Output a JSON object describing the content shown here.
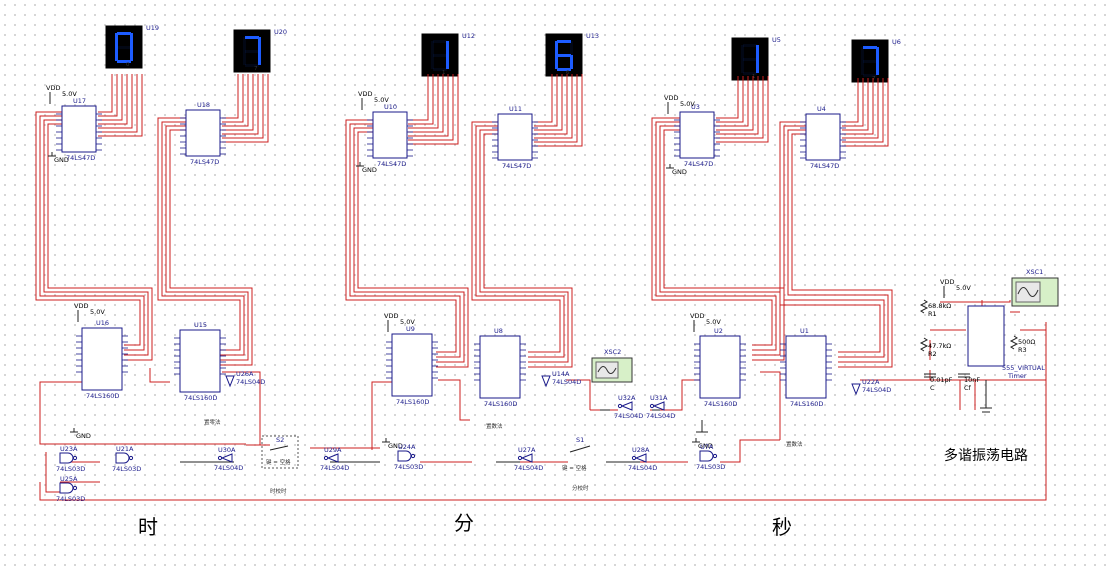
{
  "displays": [
    {
      "ref": "U19",
      "digit": "0"
    },
    {
      "ref": "U20",
      "digit": "7"
    },
    {
      "ref": "U12",
      "digit": "1"
    },
    {
      "ref": "U13",
      "digit": "6"
    },
    {
      "ref": "U5",
      "digit": "1"
    },
    {
      "ref": "U6",
      "digit": "7"
    }
  ],
  "decoders": [
    {
      "ref": "U17",
      "part": "74LS47D"
    },
    {
      "ref": "U18",
      "part": "74LS47D"
    },
    {
      "ref": "U10",
      "part": "74LS47D"
    },
    {
      "ref": "U11",
      "part": "74LS47D"
    },
    {
      "ref": "U3",
      "part": "74LS47D"
    },
    {
      "ref": "U4",
      "part": "74LS47D"
    }
  ],
  "counters": [
    {
      "ref": "U16",
      "part": "74LS160D"
    },
    {
      "ref": "U15",
      "part": "74LS160D"
    },
    {
      "ref": "U9",
      "part": "74LS160D"
    },
    {
      "ref": "U8",
      "part": "74LS160D"
    },
    {
      "ref": "U2",
      "part": "74LS160D"
    },
    {
      "ref": "U1",
      "part": "74LS160D"
    }
  ],
  "power": {
    "vdd": "VDD",
    "voltage": "5.0V",
    "gnd": "GND"
  },
  "gates": [
    {
      "ref": "U26A",
      "part": "74LS04D"
    },
    {
      "ref": "U14A",
      "part": "74LS04D"
    },
    {
      "ref": "U22A",
      "part": "74LS04D"
    },
    {
      "ref": "U32A",
      "part": "74LS04D"
    },
    {
      "ref": "U31A",
      "part": "74LS04D"
    },
    {
      "ref": "U30A",
      "part": "74LS04D"
    },
    {
      "ref": "U29A",
      "part": "74LS04D"
    },
    {
      "ref": "U24A",
      "part": "74LS03D"
    },
    {
      "ref": "U27A",
      "part": "74LS04D"
    },
    {
      "ref": "U28A",
      "part": "74LS04D"
    },
    {
      "ref": "U7A",
      "part": "74LS03D"
    },
    {
      "ref": "U23A",
      "part": "74LS03D"
    },
    {
      "ref": "U21A",
      "part": "74LS03D"
    },
    {
      "ref": "U25A",
      "part": "74LS03D"
    }
  ],
  "switches": [
    {
      "ref": "S2",
      "key": "键 = 空格",
      "note": "时校时"
    },
    {
      "ref": "S1",
      "key": "键 = 空格",
      "note": "分校时"
    }
  ],
  "scopes": [
    {
      "ref": "XSC2"
    },
    {
      "ref": "XSC1"
    }
  ],
  "timer": {
    "r1": "68.8kΩ",
    "r1ref": "R1",
    "r2": "47.7kΩ",
    "r2ref": "R2",
    "r3": "500Ω",
    "r3ref": "R3",
    "c": "0.01pF",
    "cref": "C",
    "cf": "10nF",
    "cfref": "Cf",
    "name": "555_VIRTUAL",
    "sub": "Timer"
  },
  "notes": {
    "n1": "置零法",
    "n2": "置数法",
    "n3": "置数法"
  },
  "title_osc": "多谐振荡电路",
  "labels": {
    "hour": "时",
    "minute": "分",
    "second": "秒"
  }
}
